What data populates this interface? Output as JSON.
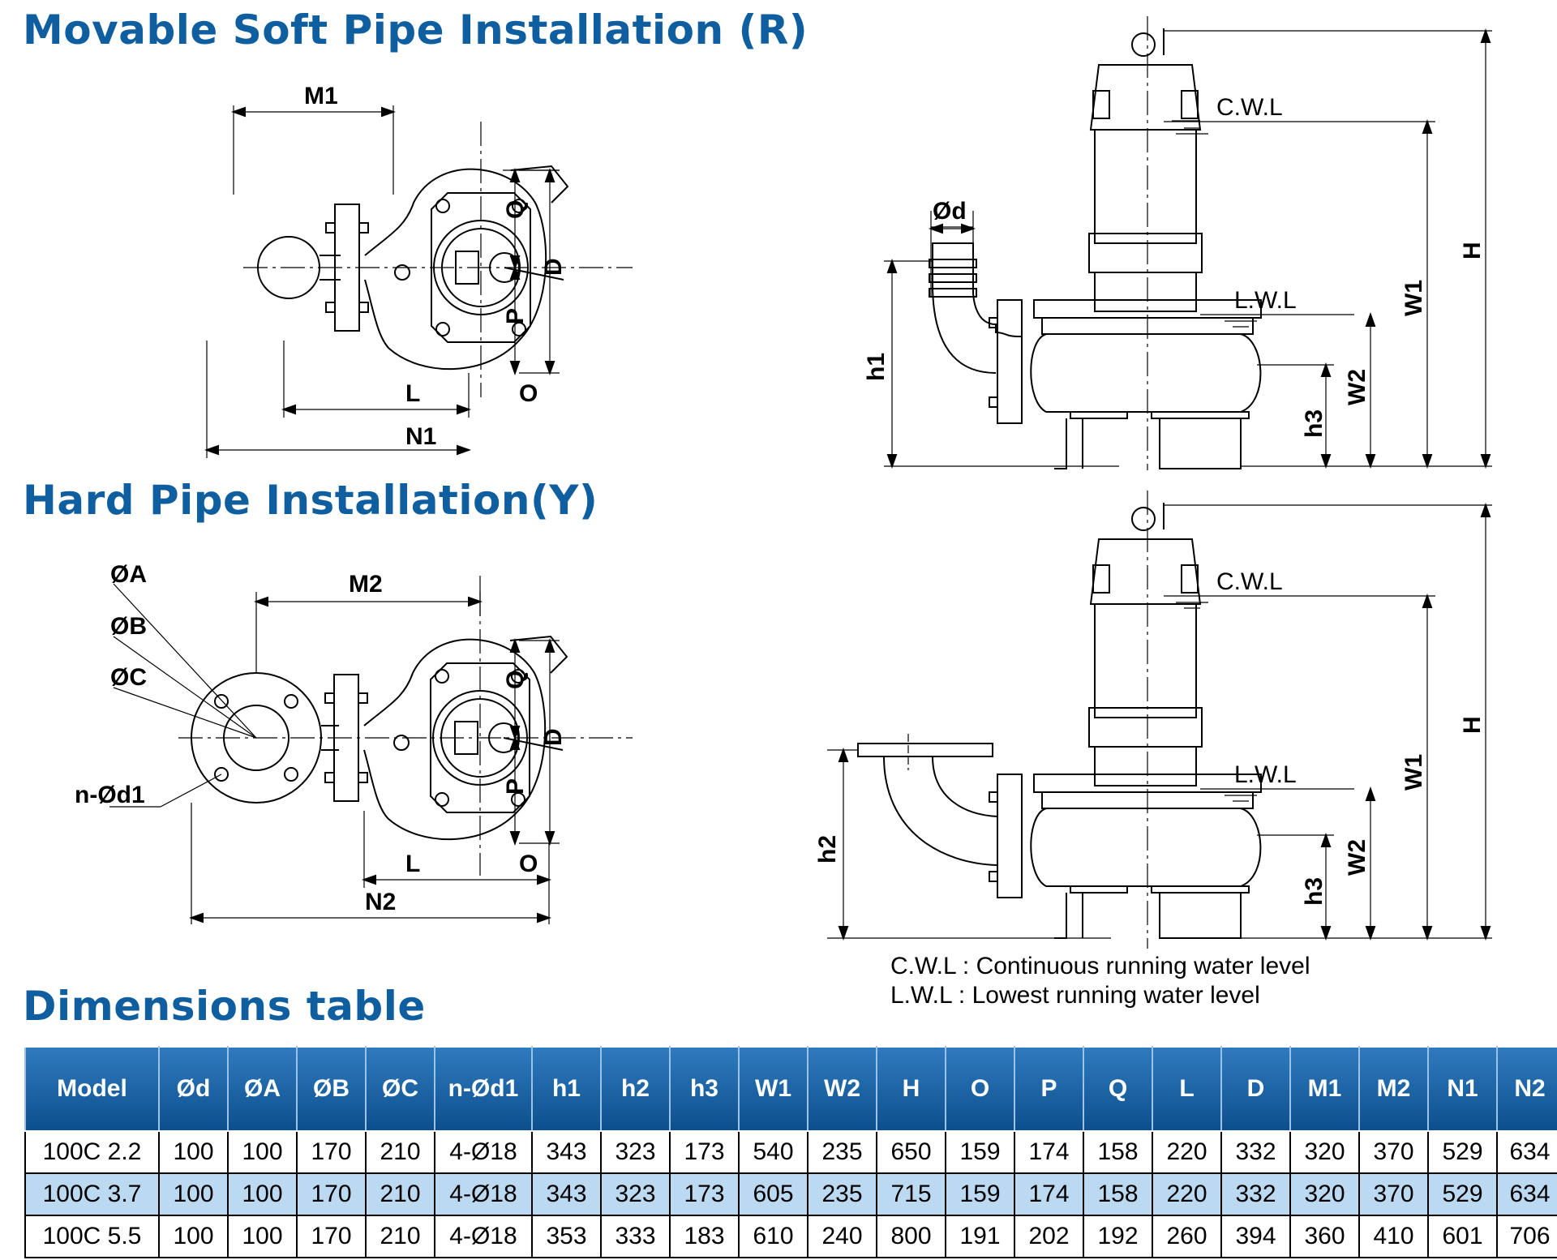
{
  "titles": {
    "soft": "Movable Soft Pipe Installation (R)",
    "hard": "Hard Pipe Installation(Y)",
    "dimensions": "Dimensions table"
  },
  "colors": {
    "title": "#0f5e9f",
    "header_bg": "#1565a8",
    "alt_row": "#bcd9f2"
  },
  "soft_top_view": {
    "labels": {
      "m": "M1",
      "q": "Q",
      "d": "D",
      "p": "P",
      "l": "L",
      "o": "O",
      "n": "N1"
    }
  },
  "hard_top_view": {
    "labels": {
      "m": "M2",
      "q": "Q",
      "d": "D",
      "p": "P",
      "l": "L",
      "o": "O",
      "n": "N2",
      "phiA": "ØA",
      "phiB": "ØB",
      "phiC": "ØC",
      "nd1": "n-Ød1"
    }
  },
  "soft_side_view": {
    "labels": {
      "phid": "Ød",
      "cwl": "C.W.L",
      "lwl": "L.W.L",
      "h1": "h1",
      "h3": "h3",
      "w1": "W1",
      "w2": "W2",
      "h": "H"
    }
  },
  "hard_side_view": {
    "labels": {
      "cwl": "C.W.L",
      "lwl": "L.W.L",
      "h2": "h2",
      "h3": "h3",
      "w1": "W1",
      "w2": "W2",
      "h": "H"
    }
  },
  "legend": {
    "cwl": "C.W.L : Continuous running water level",
    "lwl": "L.W.L : Lowest running water level"
  },
  "table": {
    "headers": [
      "Model",
      "Ød",
      "ØA",
      "ØB",
      "ØC",
      "n-Ød1",
      "h1",
      "h2",
      "h3",
      "W1",
      "W2",
      "H",
      "O",
      "P",
      "Q",
      "L",
      "D",
      "M1",
      "M2",
      "N1",
      "N2"
    ],
    "rows": [
      [
        "100C  2.2",
        "100",
        "100",
        "170",
        "210",
        "4-Ø18",
        "343",
        "323",
        "173",
        "540",
        "235",
        "650",
        "159",
        "174",
        "158",
        "220",
        "332",
        "320",
        "370",
        "529",
        "634"
      ],
      [
        "100C  3.7",
        "100",
        "100",
        "170",
        "210",
        "4-Ø18",
        "343",
        "323",
        "173",
        "605",
        "235",
        "715",
        "159",
        "174",
        "158",
        "220",
        "332",
        "320",
        "370",
        "529",
        "634"
      ],
      [
        "100C  5.5",
        "100",
        "100",
        "170",
        "210",
        "4-Ø18",
        "353",
        "333",
        "183",
        "610",
        "240",
        "800",
        "191",
        "202",
        "192",
        "260",
        "394",
        "360",
        "410",
        "601",
        "706"
      ]
    ]
  }
}
